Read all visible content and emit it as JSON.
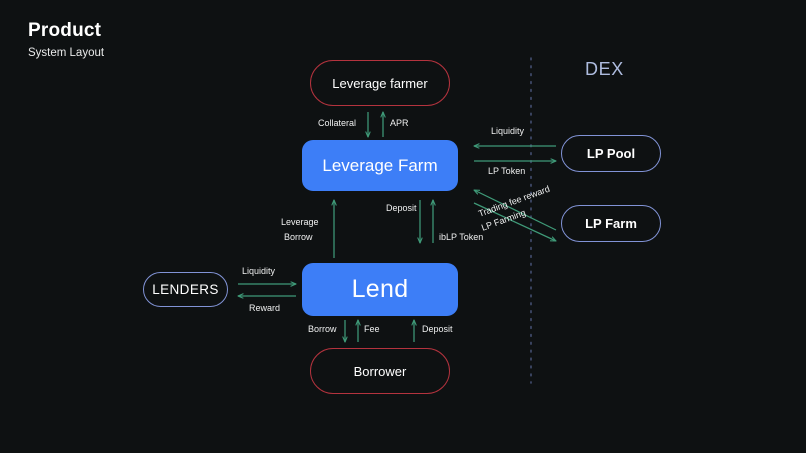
{
  "header": {
    "title": "Product",
    "subtitle": "System Layout"
  },
  "dex": {
    "label": "DEX"
  },
  "colors": {
    "background": "#0e1112",
    "accent_blue": "#3d7ef7",
    "outline_red": "#b4333e",
    "outline_blue": "#8193d6",
    "arrow_green": "#3f9a78",
    "dex_text": "#aebcdf",
    "divider": "#49557a"
  },
  "nodes": [
    {
      "id": "leverage-farmer",
      "label": "Leverage farmer",
      "style": "outline-red"
    },
    {
      "id": "leverage-farm",
      "label": "Leverage Farm",
      "style": "filled-blue"
    },
    {
      "id": "lend",
      "label": "Lend",
      "style": "filled-blue"
    },
    {
      "id": "borrower",
      "label": "Borrower",
      "style": "outline-red"
    },
    {
      "id": "lenders",
      "label": "LENDERS",
      "style": "outline-blue"
    },
    {
      "id": "lp-pool",
      "label": "LP Pool",
      "style": "outline-blue"
    },
    {
      "id": "lp-farm",
      "label": "LP Farm",
      "style": "outline-blue"
    }
  ],
  "edges": {
    "collateral": "Collateral",
    "apr": "APR",
    "leverage_borrow_line1": "Leverage",
    "leverage_borrow_line2": "Borrow",
    "deposit_farm": "Deposit",
    "iblp_token": "ibLP Token",
    "liquidity_dex": "Liquidity",
    "lp_token": "LP Token",
    "trading_fee_reward": "Trading fee reward",
    "lp_farming": "LP Farming",
    "liquidity_lenders": "Liquidity",
    "reward_lenders": "Reward",
    "borrow": "Borrow",
    "fee": "Fee",
    "deposit_borrower": "Deposit"
  }
}
